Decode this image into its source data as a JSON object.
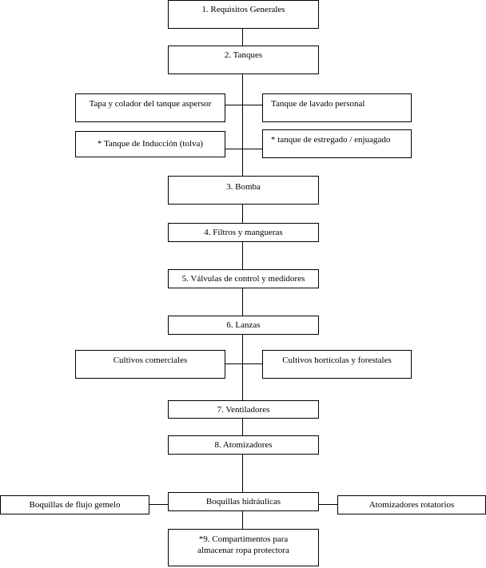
{
  "steps": {
    "s1": "1. Requisitos Generales",
    "s2": "2. Tanques",
    "s3": "3. Bomba",
    "s4": "4. Filtros y mangueras",
    "s5": "5. Válvulas de control y medidores",
    "s6": "6. Lanzas",
    "s7": "7. Ventiladores",
    "s8": "8. Atomizadores",
    "s9_line1": "*9. Compartimentos para",
    "s9_line2": "almacenar ropa protectora"
  },
  "tanques": {
    "tapa": "Tapa y colador del tanque aspersor",
    "lavado": "Tanque de lavado personal",
    "induccion": "* Tanque de Inducción (tolva)",
    "estregado": "* tanque de estregado / enjuagado"
  },
  "lanzas": {
    "comerciales": "Cultivos comerciales",
    "horticolas": "Cultivos hortícolas y forestales"
  },
  "atomizadores": {
    "hidraulicas": "Boquillas hidráulicas",
    "gemelo": "Boquillas de flujo gemelo",
    "rotatorios": "Atomizadores rotatorios"
  }
}
